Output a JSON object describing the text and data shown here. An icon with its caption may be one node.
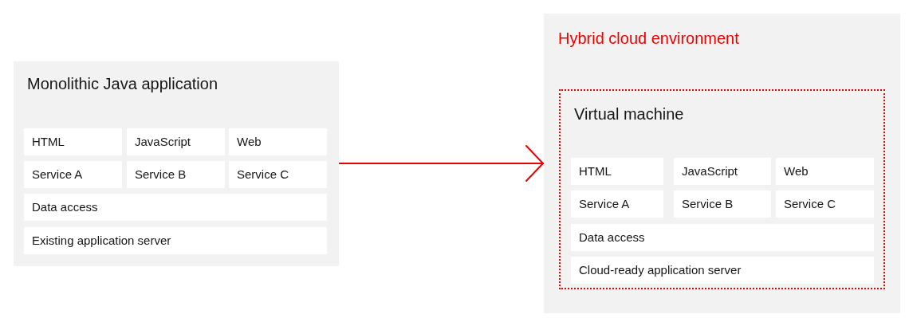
{
  "diagram": {
    "nodes": [
      {
        "text": [
          "Monolithic Java application"
        ]
      },
      {
        "text": [
          "HTML"
        ],
        "in": 0
      },
      {
        "text": [
          "JavaScript"
        ],
        "in": 0
      },
      {
        "text": [
          "Web"
        ],
        "in": 0
      },
      {
        "text": [
          "Service A"
        ],
        "in": 0
      },
      {
        "text": [
          "Service B"
        ],
        "in": 0
      },
      {
        "text": [
          "Service C"
        ],
        "in": 0
      },
      {
        "text": [
          "Data access"
        ],
        "in": 0
      },
      {
        "text": [
          "Existing application server"
        ],
        "in": 0
      },
      {
        "text": [
          "Hybrid cloud environment"
        ]
      },
      {
        "text": [
          "Virtual machine"
        ],
        "in": 9
      },
      {
        "text": [
          "HTML"
        ],
        "in": 10
      },
      {
        "text": [
          "JavaScript"
        ],
        "in": 10
      },
      {
        "text": [
          "Web"
        ],
        "in": 10
      },
      {
        "text": [
          "Service A"
        ],
        "in": 10
      },
      {
        "text": [
          "Service B"
        ],
        "in": 10
      },
      {
        "text": [
          "Service C"
        ],
        "in": 10
      },
      {
        "text": [
          "Data access"
        ],
        "in": 10
      },
      {
        "text": [
          "Cloud-ready application server"
        ],
        "in": 10
      }
    ],
    "edges": [
      {
        "from": 0,
        "to": 9,
        "arrow": "to",
        "color": "#ee0000"
      }
    ]
  }
}
